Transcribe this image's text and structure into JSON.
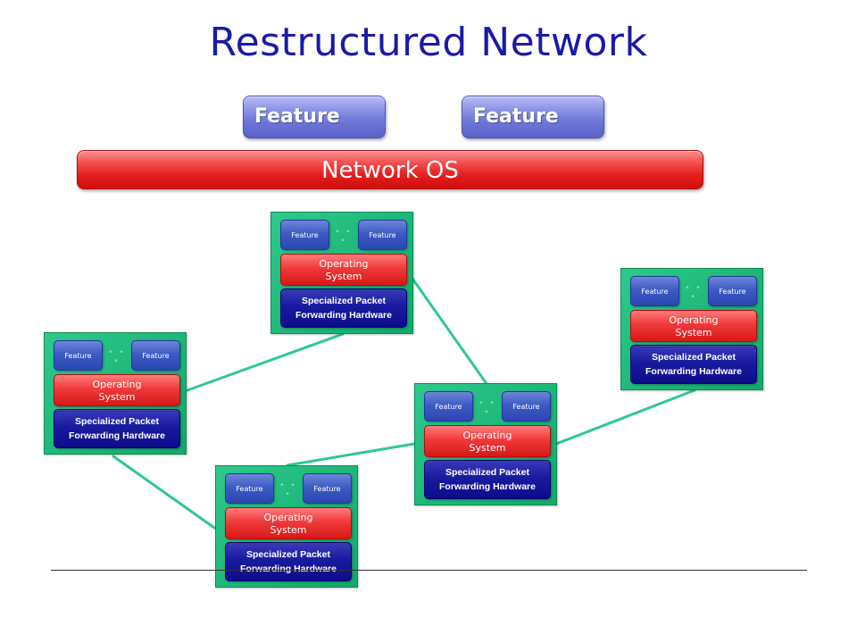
{
  "title": "Restructured Network",
  "top_features": [
    "Feature",
    "Feature"
  ],
  "network_os_label": "Network OS",
  "node": {
    "feature_label": "Feature",
    "os_line1": "Operating",
    "os_line2": "System",
    "hw_line1": "Specialized Packet",
    "hw_line2": "Forwarding Hardware"
  },
  "colors": {
    "title": "#1a1aa8",
    "feature_blue": "#6f77d8",
    "network_os_red": "#e41d1d",
    "node_green": "#1fb87a",
    "hardware_navy": "#1a1aa0",
    "link_green": "#2ec98f"
  }
}
